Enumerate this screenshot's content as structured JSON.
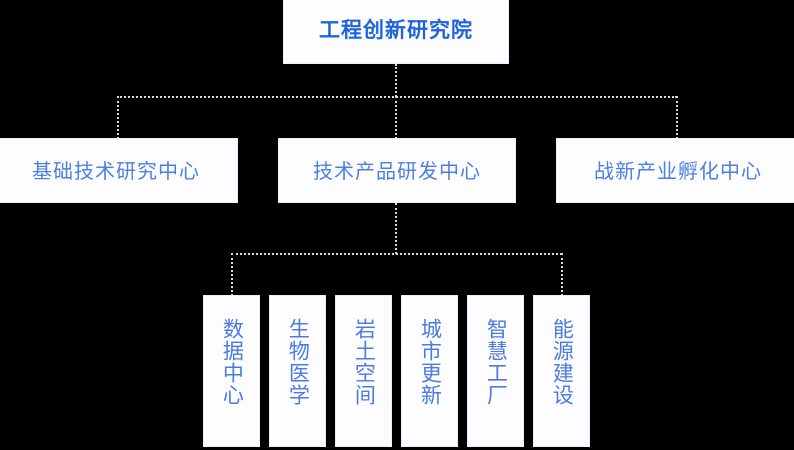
{
  "chart_data": {
    "type": "diagram",
    "title": "工程创新研究院",
    "subtype": "organization-chart",
    "orientation": "top-down",
    "background_color": "#000000",
    "node_background": "#fdfdff",
    "connector_style": "dotted",
    "connector_color": "#d8d8d8",
    "levels": 3,
    "nodes": [
      {
        "id": "root",
        "level": 1,
        "label": "工程创新研究院",
        "color": "#1f63dd",
        "bold": true,
        "text_orientation": "horizontal"
      },
      {
        "id": "l2a",
        "level": 2,
        "label": "基础技术研究中心",
        "color": "#4c7fe4",
        "bold": false,
        "text_orientation": "horizontal",
        "parent": "root"
      },
      {
        "id": "l2b",
        "level": 2,
        "label": "技术产品研发中心",
        "color": "#4c7fe4",
        "bold": false,
        "text_orientation": "horizontal",
        "parent": "root"
      },
      {
        "id": "l2c",
        "level": 2,
        "label": "战新产业孵化中心",
        "color": "#4c7fe4",
        "bold": false,
        "text_orientation": "horizontal",
        "parent": "root"
      },
      {
        "id": "l3a",
        "level": 3,
        "label": "数据中心",
        "color": "#4a7ae2",
        "bold": false,
        "text_orientation": "vertical",
        "parent": "l2b"
      },
      {
        "id": "l3b",
        "level": 3,
        "label": "生物医学",
        "color": "#4a7ae2",
        "bold": false,
        "text_orientation": "vertical",
        "parent": "l2b"
      },
      {
        "id": "l3c",
        "level": 3,
        "label": "岩土空间",
        "color": "#4a7ae2",
        "bold": false,
        "text_orientation": "vertical",
        "parent": "l2b"
      },
      {
        "id": "l3d",
        "level": 3,
        "label": "城市更新",
        "color": "#4a7ae2",
        "bold": false,
        "text_orientation": "vertical",
        "parent": "l2b"
      },
      {
        "id": "l3e",
        "level": 3,
        "label": "智慧工厂",
        "color": "#4a7ae2",
        "bold": false,
        "text_orientation": "vertical",
        "parent": "l2b"
      },
      {
        "id": "l3f",
        "level": 3,
        "label": "能源建设",
        "color": "#4a7ae2",
        "bold": false,
        "text_orientation": "vertical",
        "parent": "l2b"
      }
    ]
  },
  "diagram": {
    "root": {
      "label": "工程创新研究院"
    },
    "level2": [
      {
        "label": "基础技术研究中心"
      },
      {
        "label": "技术产品研发中心"
      },
      {
        "label": "战新产业孵化中心"
      }
    ],
    "level3": [
      {
        "label": "数据中心"
      },
      {
        "label": "生物医学"
      },
      {
        "label": "岩土空间"
      },
      {
        "label": "城市更新"
      },
      {
        "label": "智慧工厂"
      },
      {
        "label": "能源建设"
      }
    ]
  },
  "colors": {
    "root_text": "#1f63dd",
    "level2_text": "#4c7fe4",
    "level3_text": "#4a7ae2",
    "node_fill": "#fdfdff",
    "node_border": "#dde1f2",
    "connector": "#d8d8d8",
    "background": "#000000"
  }
}
